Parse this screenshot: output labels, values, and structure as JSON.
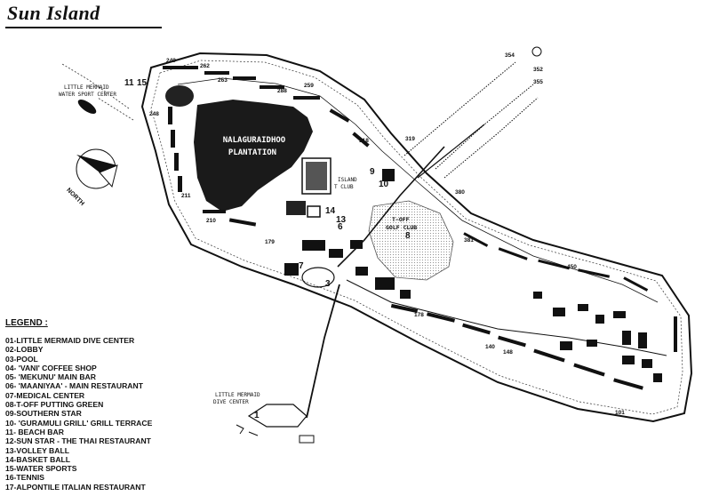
{
  "map": {
    "title": "Sun Island",
    "labels": {
      "plantation_line1": "NALAGURAIDHOO",
      "plantation_line2": "PLANTATION",
      "water_sport_line1": "LITTLE MERMAID",
      "water_sport_line2": "WATER SPORT CENTER",
      "dive_line1": "LITTLE MERMAID",
      "dive_line2": "DIVE CENTER",
      "golf_line1": "T-OFF",
      "golf_line2": "GOLF CLUB",
      "sport_club_line1": "ISLAND",
      "sport_club_line2": "T CLUB",
      "north": "NORTH"
    },
    "room_numbers": [
      "249",
      "262",
      "263",
      "288",
      "259",
      "318",
      "319",
      "354",
      "352",
      "355",
      "380",
      "381",
      "450",
      "248",
      "211",
      "210",
      "179",
      "178",
      "140",
      "148",
      "101"
    ],
    "markers": [
      "11",
      "15",
      "9",
      "10",
      "8",
      "14",
      "13",
      "3",
      "1",
      "7",
      "6"
    ]
  },
  "legend": {
    "title": "LEGEND :",
    "items": [
      "01-LITTLE MERMAID DIVE CENTER",
      "02-LOBBY",
      "03-POOL",
      "04- 'VANI' COFFEE SHOP",
      "05- 'MEKUNU' MAIN BAR",
      "06- 'MAANIYAA' - MAIN RESTAURANT",
      "07-MEDICAL CENTER",
      "08-T-OFF PUTTING GREEN",
      "09-SOUTHERN STAR",
      "10- 'GURAMULI GRILL' GRILL TERRACE",
      "11- BEACH BAR",
      "12-SUN STAR - THE THAI RESTAURANT",
      "13-VOLLEY BALL",
      "14-BASKET BALL",
      "15-WATER SPORTS",
      "16-TENNIS",
      "17-ALPONTILE ITALIAN RESTAURANT"
    ]
  }
}
